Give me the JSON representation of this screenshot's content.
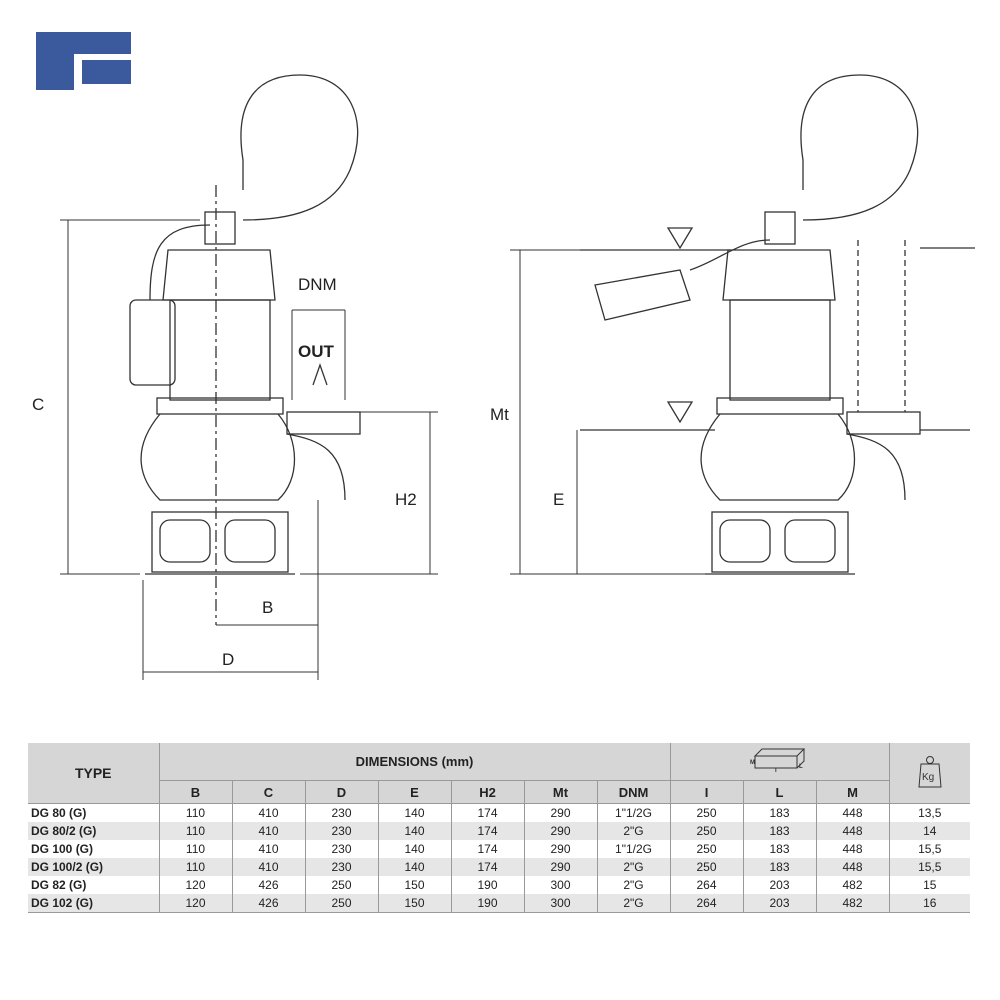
{
  "logo": {
    "color": "#3b5a9e"
  },
  "drawing_labels": {
    "c": "C",
    "dnm": "DNM",
    "out": "OUT",
    "h2": "H2",
    "b": "B",
    "d": "D",
    "mt": "Mt",
    "e": "E"
  },
  "table": {
    "type_header": "TYPE",
    "dimensions_header": "DIMENSIONS (mm)",
    "columns": [
      "B",
      "C",
      "D",
      "E",
      "H2",
      "Mt",
      "DNM",
      "I",
      "L",
      "M"
    ],
    "packaging_icon": "box-dimensions-icon",
    "package_labels": {
      "m": "M",
      "i": "I",
      "l": "L"
    },
    "weight_label": "Kg",
    "rows": [
      {
        "type": "DG 80 (G)",
        "values": [
          "110",
          "410",
          "230",
          "140",
          "174",
          "290",
          "1\"1/2G",
          "250",
          "183",
          "448",
          "13,5"
        ]
      },
      {
        "type": "DG 80/2 (G)",
        "values": [
          "110",
          "410",
          "230",
          "140",
          "174",
          "290",
          "2\"G",
          "250",
          "183",
          "448",
          "14"
        ]
      },
      {
        "type": "DG 100 (G)",
        "values": [
          "110",
          "410",
          "230",
          "140",
          "174",
          "290",
          "1\"1/2G",
          "250",
          "183",
          "448",
          "15,5"
        ]
      },
      {
        "type": "DG 100/2 (G)",
        "values": [
          "110",
          "410",
          "230",
          "140",
          "174",
          "290",
          "2\"G",
          "250",
          "183",
          "448",
          "15,5"
        ]
      },
      {
        "type": "DG 82 (G)",
        "values": [
          "120",
          "426",
          "250",
          "150",
          "190",
          "300",
          "2\"G",
          "264",
          "203",
          "482",
          "15"
        ]
      },
      {
        "type": "DG 102 (G)",
        "values": [
          "120",
          "426",
          "250",
          "150",
          "190",
          "300",
          "2\"G",
          "264",
          "203",
          "482",
          "16"
        ]
      }
    ]
  }
}
